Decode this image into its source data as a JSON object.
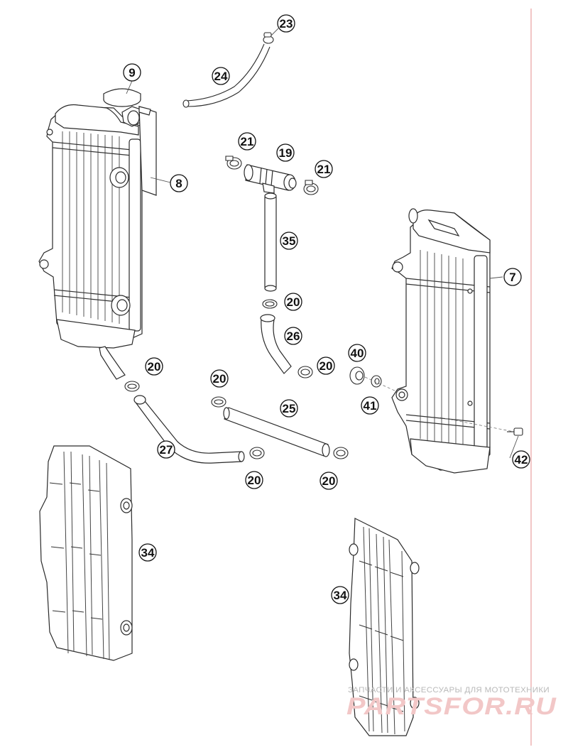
{
  "callouts": {
    "c23": "23",
    "c24": "24",
    "c9": "9",
    "c8": "8",
    "c21a": "21",
    "c19": "19",
    "c21b": "21",
    "c35": "35",
    "c7": "7",
    "c20a": "20",
    "c26": "26",
    "c20b": "20",
    "c40": "40",
    "c20c": "20",
    "c41": "41",
    "c20d": "20",
    "c25": "25",
    "c27": "27",
    "c42": "42",
    "c20e": "20",
    "c20f": "20",
    "c34a": "34",
    "c34b": "34"
  },
  "watermark": {
    "tagline": "ЗАПЧАСТИ И АКСЕССУАРЫ ДЛЯ МОТОТЕХНИКИ",
    "brand": "PARTSFOR.RU"
  },
  "colors": {
    "line": "#2a2a2a",
    "leader": "#555555",
    "margin_line": "#e9a0a0",
    "watermark_brand": "#f2c7c7",
    "watermark_text": "#b9b9b9"
  }
}
